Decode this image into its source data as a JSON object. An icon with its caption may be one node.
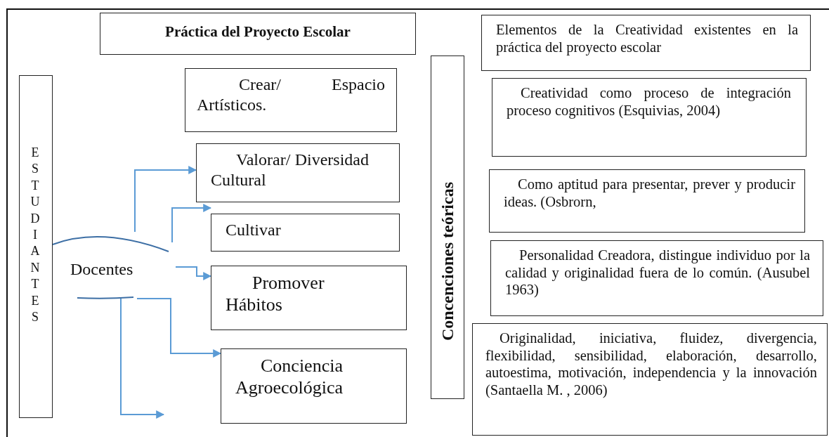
{
  "diagram": {
    "nodes": [
      {
        "text": [
          "Práctica del Proyecto Escolar"
        ]
      },
      {
        "text": [
          "ESTUDIANTES"
        ]
      },
      {
        "text": [
          "Docentes"
        ]
      },
      {
        "text": [
          "Crear/ Espacio Artísticos."
        ]
      },
      {
        "text": [
          "Valorar/ Diversidad Cultural"
        ]
      },
      {
        "text": [
          "Cultivar"
        ]
      },
      {
        "text": [
          "Promover Hábitos"
        ]
      },
      {
        "text": [
          "Conciencia Agroecológica"
        ]
      },
      {
        "text": [
          "Concenciones teóricas"
        ]
      },
      {
        "text": [
          "Elementos de la Creatividad existentes en la práctica del proyecto escolar"
        ]
      },
      {
        "text": [
          "Creatividad como proceso de integración proceso cognitivos (Esquivias, 2004)"
        ]
      },
      {
        "text": [
          "Como aptitud para presentar, prever y producir ideas. (Osbrorn,"
        ]
      },
      {
        "text": [
          "Personalidad Creadora, distingue individuo por la calidad y originalidad fuera de lo común. (Ausubel 1963)"
        ]
      },
      {
        "text": [
          "Originalidad, iniciativa, fluidez, divergencia, flexibilidad, sensibilidad, elaboración, desarrollo, autoestima, motivación, independencia y la innovación (Santaella M. , 2006)"
        ]
      }
    ],
    "edges": [
      {
        "from": 2,
        "to": 4,
        "arrow": "to"
      },
      {
        "from": 2,
        "to": 5,
        "arrow": "to"
      },
      {
        "from": 2,
        "to": 6,
        "arrow": "to"
      },
      {
        "from": 2,
        "to": 7,
        "arrow": "to"
      },
      {
        "from": 2,
        "to": null,
        "arrow": "to"
      }
    ]
  }
}
